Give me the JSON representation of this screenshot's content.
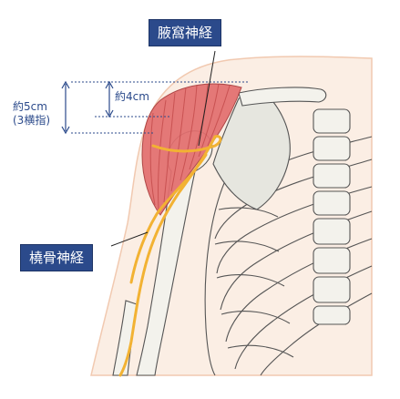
{
  "labels": {
    "axillary_nerve": "腋窩神経",
    "radial_nerve": "橈骨神経",
    "dim_4": "約4cm",
    "dim_5_line1": "約5cm",
    "dim_5_line2": "(3横指)"
  },
  "colors": {
    "skin": "#fbeee4",
    "skin_outline": "#f1c9b0",
    "muscle": "#e36e6e",
    "muscle_stripe": "#c24848",
    "nerve": "#f2b233",
    "bone_fill": "#f3f2ec",
    "bone_line": "#555555",
    "label_bg": "#2b4a8b",
    "guide": "#2b4a8b"
  }
}
